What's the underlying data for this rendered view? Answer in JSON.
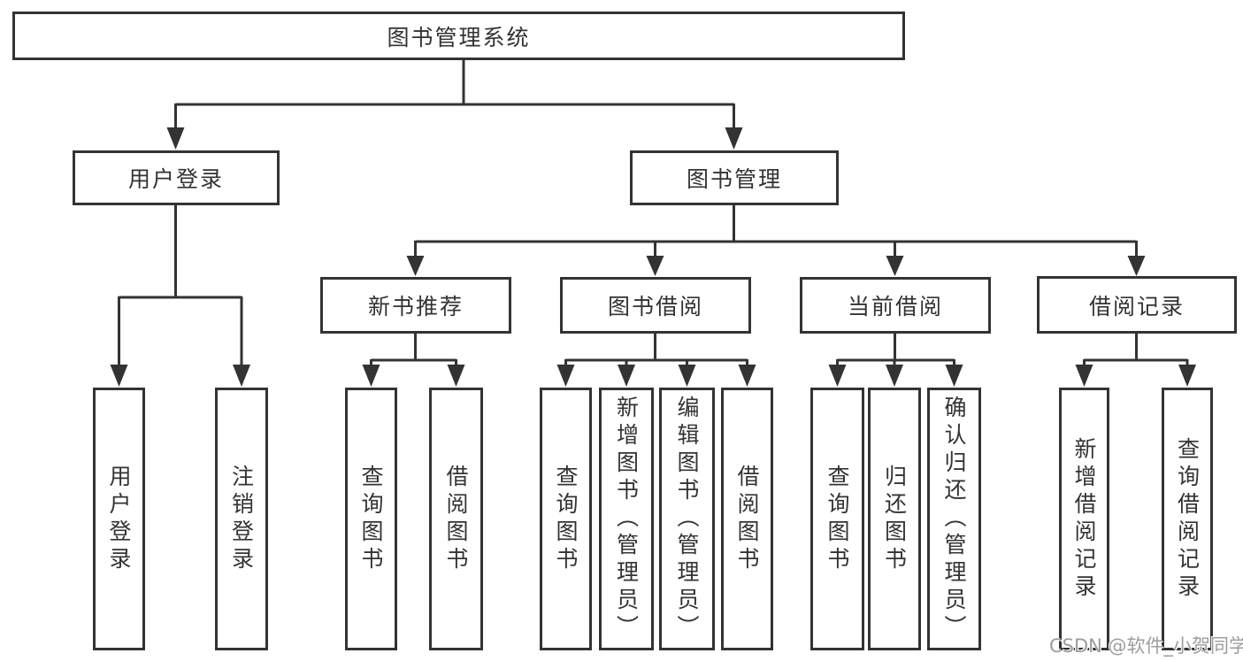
{
  "tree": {
    "root": {
      "label": "图书管理系统"
    },
    "branches": [
      {
        "label": "用户登录",
        "children": [
          {
            "label": "用户登录"
          },
          {
            "label": "注销登录"
          }
        ]
      },
      {
        "label": "图书管理",
        "groups": [
          {
            "label": "新书推荐",
            "children": [
              {
                "label": "查询图书"
              },
              {
                "label": "借阅图书"
              }
            ]
          },
          {
            "label": "图书借阅",
            "children": [
              {
                "label": "查询图书"
              },
              {
                "label": "新增图书（管理员）"
              },
              {
                "label": "编辑图书（管理员）"
              },
              {
                "label": "借阅图书"
              }
            ]
          },
          {
            "label": "当前借阅",
            "children": [
              {
                "label": "查询图书"
              },
              {
                "label": "归还图书"
              },
              {
                "label": "确认归还（管理员）"
              }
            ]
          },
          {
            "label": "借阅记录",
            "children": [
              {
                "label": "新增借阅记录"
              },
              {
                "label": "查询借阅记录"
              }
            ]
          }
        ]
      }
    ]
  },
  "watermark": "CSDN @软件_小贺同学",
  "colors": {
    "line": "#333333",
    "text": "#333333",
    "box_background": "#ffffff",
    "page_background": "#ffffff",
    "watermark": "#9d9d9d"
  }
}
